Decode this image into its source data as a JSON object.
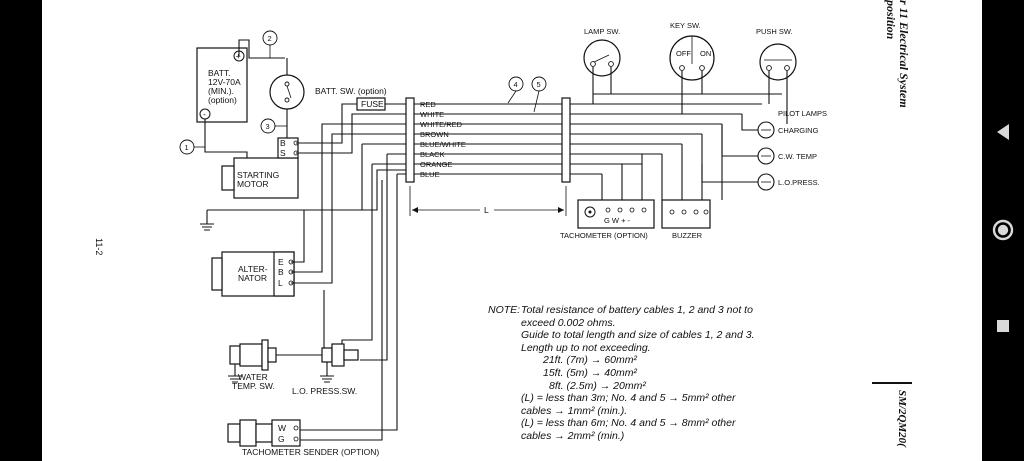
{
  "batt_sw_label": "BATT. SW. (option)",
  "fuse_label": "FUSE",
  "battery": {
    "lines": [
      "BATT.",
      "12V-70A",
      "(MIN.).",
      "(option)"
    ],
    "plus": "+",
    "minus": "-"
  },
  "callouts": [
    "1",
    "2",
    "3",
    "4",
    "5"
  ],
  "starting_motor": {
    "lines": [
      "STARTING",
      "MOTOR"
    ],
    "terminals": [
      "B",
      "S"
    ]
  },
  "alternator": {
    "lines": [
      "ALTER-",
      "NATOR"
    ],
    "terminals": [
      "E",
      "B",
      "L"
    ]
  },
  "wires": [
    "RED",
    "WHITE",
    "WHITE/RED",
    "BROWN",
    "BLUE/WHITE",
    "BLACK",
    "ORANGE",
    "BLUE"
  ],
  "length_label": "L",
  "switches": {
    "lamp": "LAMP SW.",
    "key": "KEY SW.",
    "push": "PUSH SW.",
    "key_off": "OFF",
    "key_on": "ON"
  },
  "pilot_lamps": {
    "title": "PILOT LAMPS",
    "items": [
      "CHARGING",
      "C.W. TEMP",
      "L.O.PRESS."
    ]
  },
  "tachometer": {
    "label": "TACHOMETER (OPTION)",
    "terminals": "G W + -"
  },
  "buzzer_label": "BUZZER",
  "water_temp_sw": [
    "WATER",
    "TEMP. SW."
  ],
  "lo_press_sw": "L.O.  PRESS.SW.",
  "tach_sender": {
    "label": "TACHOMETER SENDER (OPTION)",
    "terminals": [
      "W",
      "G"
    ]
  },
  "note": {
    "head": "NOTE:",
    "lines": [
      "Total resistance of battery cables 1, 2 and 3 not to",
      "exceed 0.002 ohms.",
      "Guide to total length and size of cables 1, 2 and 3.",
      "Length up to not exceeding.",
      "21ft. (7m) → 60mm²",
      "15ft. (5m) → 40mm²",
      "8ft. (2.5m) → 20mm²",
      "(L) = less than 3m; No. 4 and 5 → 5mm² other",
      "cables → 1mm² (min.).",
      "(L) = less than 6m; No. 4 and 5 → 8mm² other",
      "cables → 2mm² (min.)"
    ]
  },
  "side_title": [
    "r 11 Electrical System",
    "position"
  ],
  "side_code": "SM/2QM20(",
  "page_number": "11-2",
  "nav": [
    "back-icon",
    "home-icon",
    "recents-icon"
  ],
  "nav_color": "#d9d9d9"
}
